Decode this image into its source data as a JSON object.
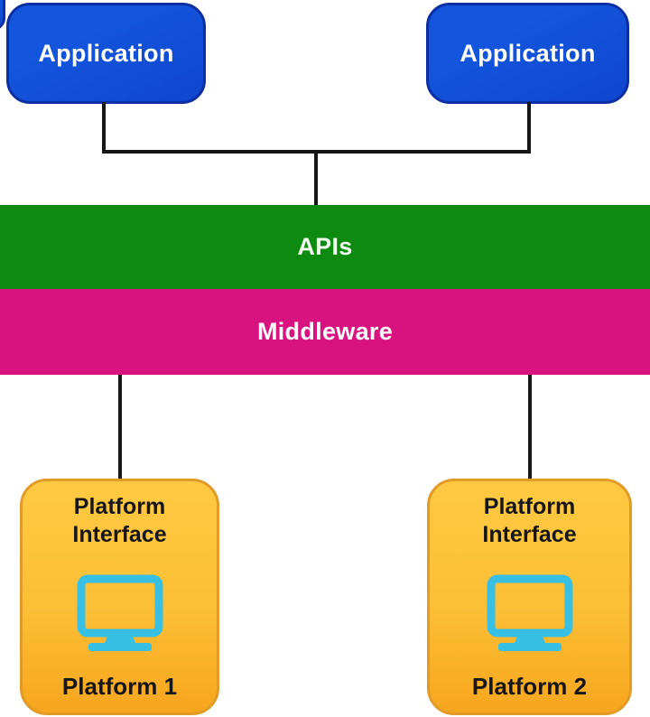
{
  "diagram": {
    "applications": [
      {
        "label": "Application"
      },
      {
        "label": "Application"
      }
    ],
    "layers": [
      {
        "label": "APIs"
      },
      {
        "label": "Middleware"
      }
    ],
    "platforms": [
      {
        "title_lines": [
          "Platform",
          "Interface"
        ],
        "caption": "Platform 1",
        "icon": "monitor-icon"
      },
      {
        "title_lines": [
          "Platform",
          "Interface"
        ],
        "caption": "Platform 2",
        "icon": "monitor-icon"
      }
    ]
  },
  "colors": {
    "background": "#ffffff",
    "app_fill": "#1356dd",
    "app_fill_dark": "#0f46cf",
    "app_border": "#0c2fa4",
    "app_text": "#ffffff",
    "apis_fill": "#0d8a10",
    "apis_text": "#f0fbee",
    "middleware_fill": "#d81380",
    "middleware_text": "#ffffff",
    "platform_fill_top": "#ffc942",
    "platform_fill_bottom": "#f6a61e",
    "platform_border": "#e39b27",
    "platform_text": "#161616",
    "monitor_icon": "#38bfe4",
    "connector": "#161616"
  }
}
